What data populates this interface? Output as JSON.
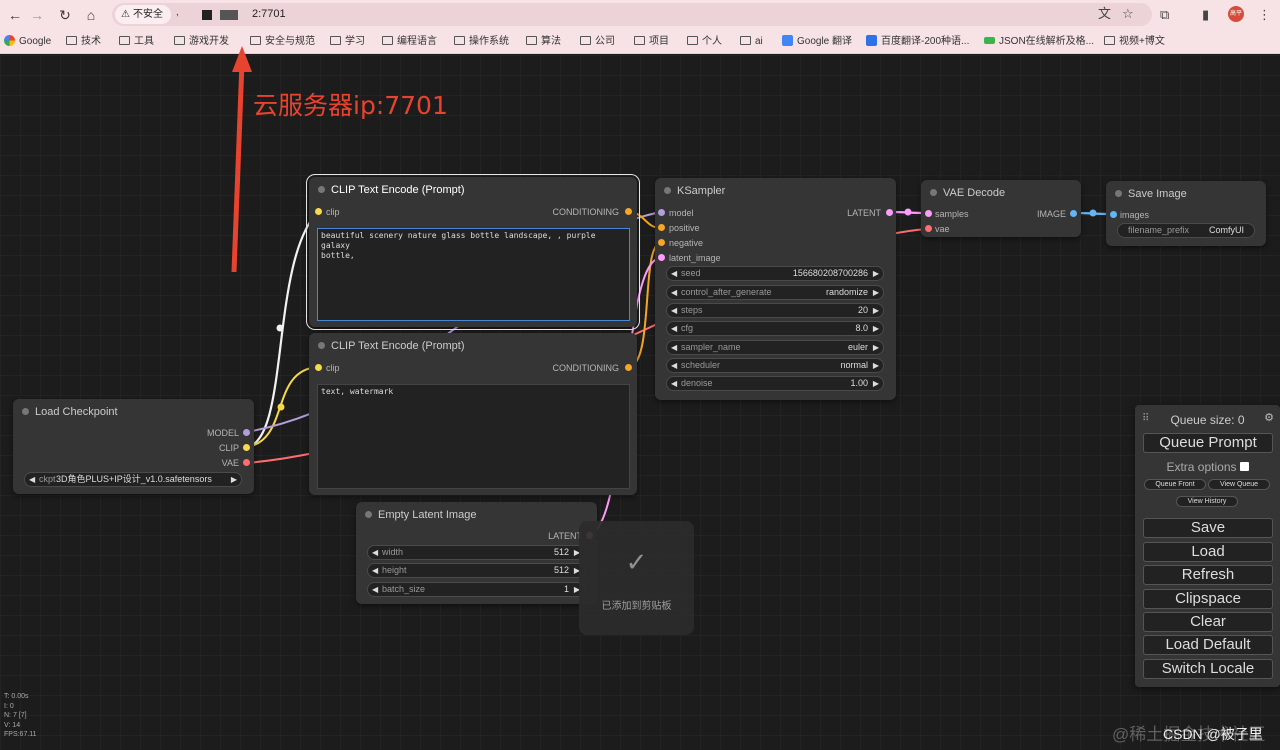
{
  "browser": {
    "security_label": "不安全",
    "url_suffix": "2:7701",
    "avatar": "高平"
  },
  "bookmarks": [
    "Google",
    "技术",
    "工具",
    "游戏开发",
    "安全与规范",
    "学习",
    "编程语言",
    "操作系统",
    "算法",
    "公司",
    "项目",
    "个人",
    "ai",
    "Google 翻译",
    "百度翻译-200种语...",
    "JSON在线解析及格...",
    "视频+博文"
  ],
  "annotation": "云服务器ip:7701",
  "nodes": {
    "clip_pos": {
      "title": "CLIP Text Encode (Prompt)",
      "input": "clip",
      "output": "CONDITIONING",
      "text": "beautiful scenery nature glass bottle landscape, , purple galaxy\nbottle,"
    },
    "clip_neg": {
      "title": "CLIP Text Encode (Prompt)",
      "input": "clip",
      "output": "CONDITIONING",
      "text": "text, watermark"
    },
    "ksampler": {
      "title": "KSampler",
      "inputs": [
        "model",
        "positive",
        "negative",
        "latent_image"
      ],
      "output": "LATENT",
      "widgets": [
        {
          "label": "seed",
          "value": "156680208700286"
        },
        {
          "label": "control_after_generate",
          "value": "randomize"
        },
        {
          "label": "steps",
          "value": "20"
        },
        {
          "label": "cfg",
          "value": "8.0"
        },
        {
          "label": "sampler_name",
          "value": "euler"
        },
        {
          "label": "scheduler",
          "value": "normal"
        },
        {
          "label": "denoise",
          "value": "1.00"
        }
      ]
    },
    "vae_decode": {
      "title": "VAE Decode",
      "inputs": [
        "samples",
        "vae"
      ],
      "output": "IMAGE"
    },
    "save_image": {
      "title": "Save Image",
      "input": "images",
      "widget_label": "filename_prefix",
      "widget_value": "ComfyUI"
    },
    "load_checkpoint": {
      "title": "Load Checkpoint",
      "outputs": [
        "MODEL",
        "CLIP",
        "VAE"
      ],
      "widget_label": "ckpt",
      "widget_value": "3D角色PLUS+IP设计_v1.0.safetensors"
    },
    "empty_latent": {
      "title": "Empty Latent Image",
      "output": "LATENT",
      "widgets": [
        {
          "label": "width",
          "value": "512"
        },
        {
          "label": "height",
          "value": "512"
        },
        {
          "label": "batch_size",
          "value": "1"
        }
      ]
    }
  },
  "toast": {
    "message": "已添加到剪贴板"
  },
  "menu": {
    "queue_size": "Queue size: 0",
    "queue_prompt": "Queue Prompt",
    "extra_options": "Extra options",
    "queue_front": "Queue Front",
    "view_queue": "View Queue",
    "view_history": "View History",
    "save": "Save",
    "load": "Load",
    "refresh": "Refresh",
    "clipspace": "Clipspace",
    "clear": "Clear",
    "load_default": "Load Default",
    "switch_locale": "Switch Locale"
  },
  "stats": {
    "t": "T: 0.00s",
    "i": "I: 0",
    "n": "N: 7 [7]",
    "v": "V: 14",
    "fps": "FPS:67.11"
  },
  "watermark": {
    "faint": "@稀土掘金技术社区",
    "front": "CSDN @被子里"
  },
  "colors": {
    "clip": "#f7d94a",
    "model": "#b39ddb",
    "conditioning": "#f5a623",
    "latent": "#ff9cf9",
    "vae": "#ff6e6e",
    "image": "#64b5f6",
    "annotation": "#e8432e"
  }
}
